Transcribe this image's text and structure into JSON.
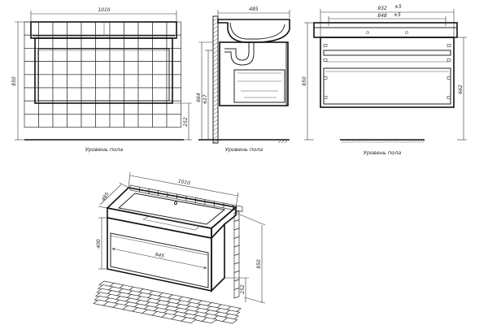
{
  "front_view": {
    "dims": {
      "width": "1010",
      "height": "850",
      "floor_gap": "252"
    },
    "floor_label": "Уровень пола"
  },
  "side_view": {
    "dims": {
      "depth": "485",
      "height_a": "664",
      "height_b": "617"
    },
    "floor_label": "Уровень пола"
  },
  "rear_view": {
    "dims": {
      "width_outer": "932",
      "width_outer_tol": "±5",
      "width_inner": "848",
      "width_inner_tol": "±5",
      "height": "850",
      "height_b": "662"
    },
    "floor_label": "Уровень пола"
  },
  "iso_view": {
    "dims": {
      "depth": "485",
      "width": "1010",
      "height": "850",
      "drawer_height": "400",
      "drawer_width": "945",
      "floor_gap": "252"
    }
  },
  "colors": {
    "line": "#222222",
    "background": "#ffffff"
  }
}
